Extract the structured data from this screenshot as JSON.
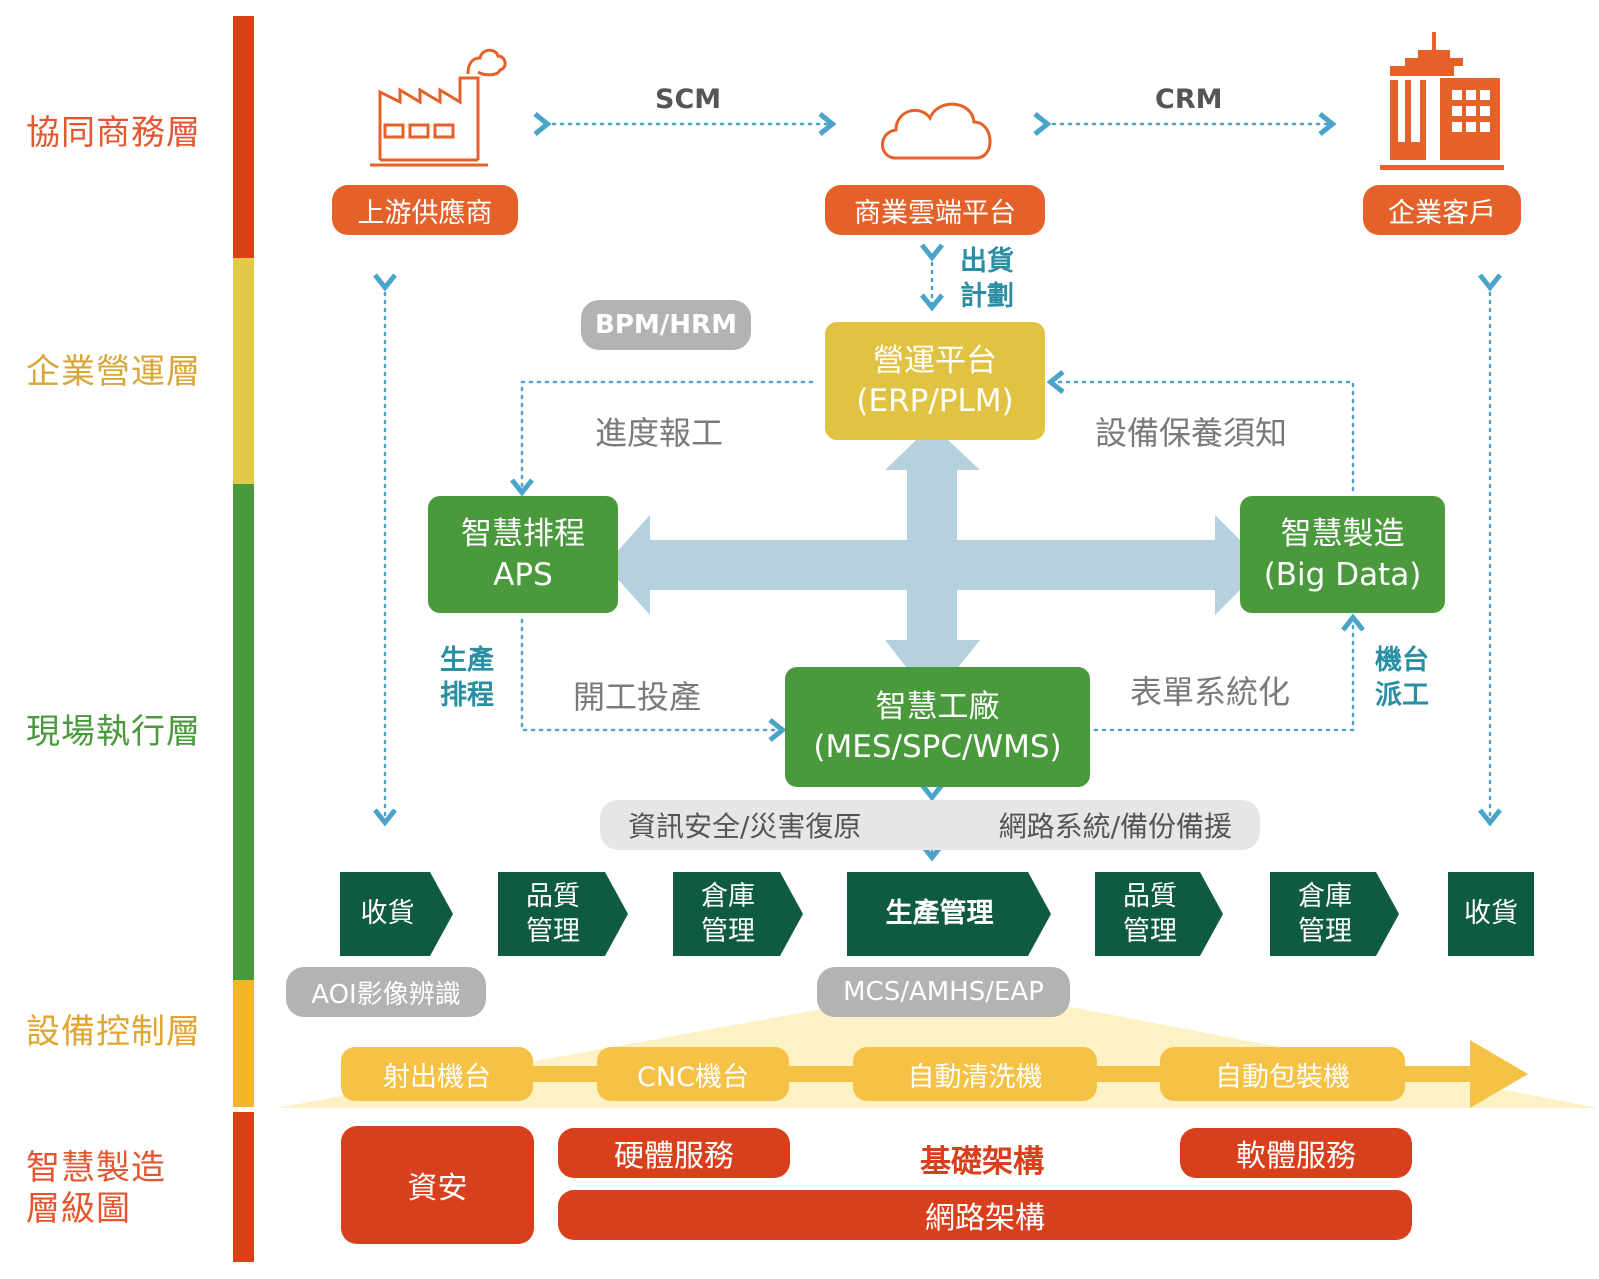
{
  "layers": [
    {
      "label": "協同商務層",
      "color": "#e4572e"
    },
    {
      "label": "企業營運層",
      "color": "#d8a73a"
    },
    {
      "label": "現場執行層",
      "color": "#4a9a3d"
    },
    {
      "label": "設備控制層",
      "color": "#e2a52f"
    },
    {
      "label": "智慧製造\n層級圖",
      "color": "#e4572e"
    }
  ],
  "bar_colors": [
    "#d84315",
    "#e3c94a",
    "#4a9a3d",
    "#f5b52a",
    "#d84315"
  ],
  "top": {
    "scm": "SCM",
    "crm": "CRM",
    "supplier": "上游供應商",
    "cloud": "商業雲端平台",
    "customer": "企業客戶"
  },
  "shipping_plan": [
    "出貨",
    "計劃"
  ],
  "bpm": "BPM/HRM",
  "ops": {
    "line1": "營運平台",
    "line2": "(ERP/PLM)"
  },
  "progress_report": "進度報工",
  "maintenance_notice": "設備保養須知",
  "aps": {
    "line1": "智慧排程",
    "line2": "APS"
  },
  "bigdata": {
    "line1": "智慧製造",
    "line2": "(Big Data)"
  },
  "production_schedule": [
    "生產",
    "排程"
  ],
  "machine_dispatch": [
    "機台",
    "派工"
  ],
  "work_start": "開工投產",
  "form_system": "表單系統化",
  "factory": {
    "line1": "智慧工廠",
    "line2": "(MES/SPC/WMS)"
  },
  "security_left": "資訊安全/災害復原",
  "security_right": "網路系統/備份備援",
  "flow": [
    {
      "l1": "收貨",
      "l2": ""
    },
    {
      "l1": "品質",
      "l2": "管理"
    },
    {
      "l1": "倉庫",
      "l2": "管理"
    },
    {
      "l1": "生產管理",
      "l2": ""
    },
    {
      "l1": "品質",
      "l2": "管理"
    },
    {
      "l1": "倉庫",
      "l2": "管理"
    },
    {
      "l1": "收貨",
      "l2": ""
    }
  ],
  "aoi": "AOI影像辨識",
  "mcs": "MCS/AMHS/EAP",
  "equipment": [
    "射出機台",
    "CNC機台",
    "自動清洗機",
    "自動包裝機"
  ],
  "infra": {
    "security": "資安",
    "hardware": "硬體服務",
    "foundation": "基礎架構",
    "software": "軟體服務",
    "network": "網路架構"
  },
  "icons": [
    "factory-icon",
    "cloud-icon",
    "building-icon"
  ]
}
